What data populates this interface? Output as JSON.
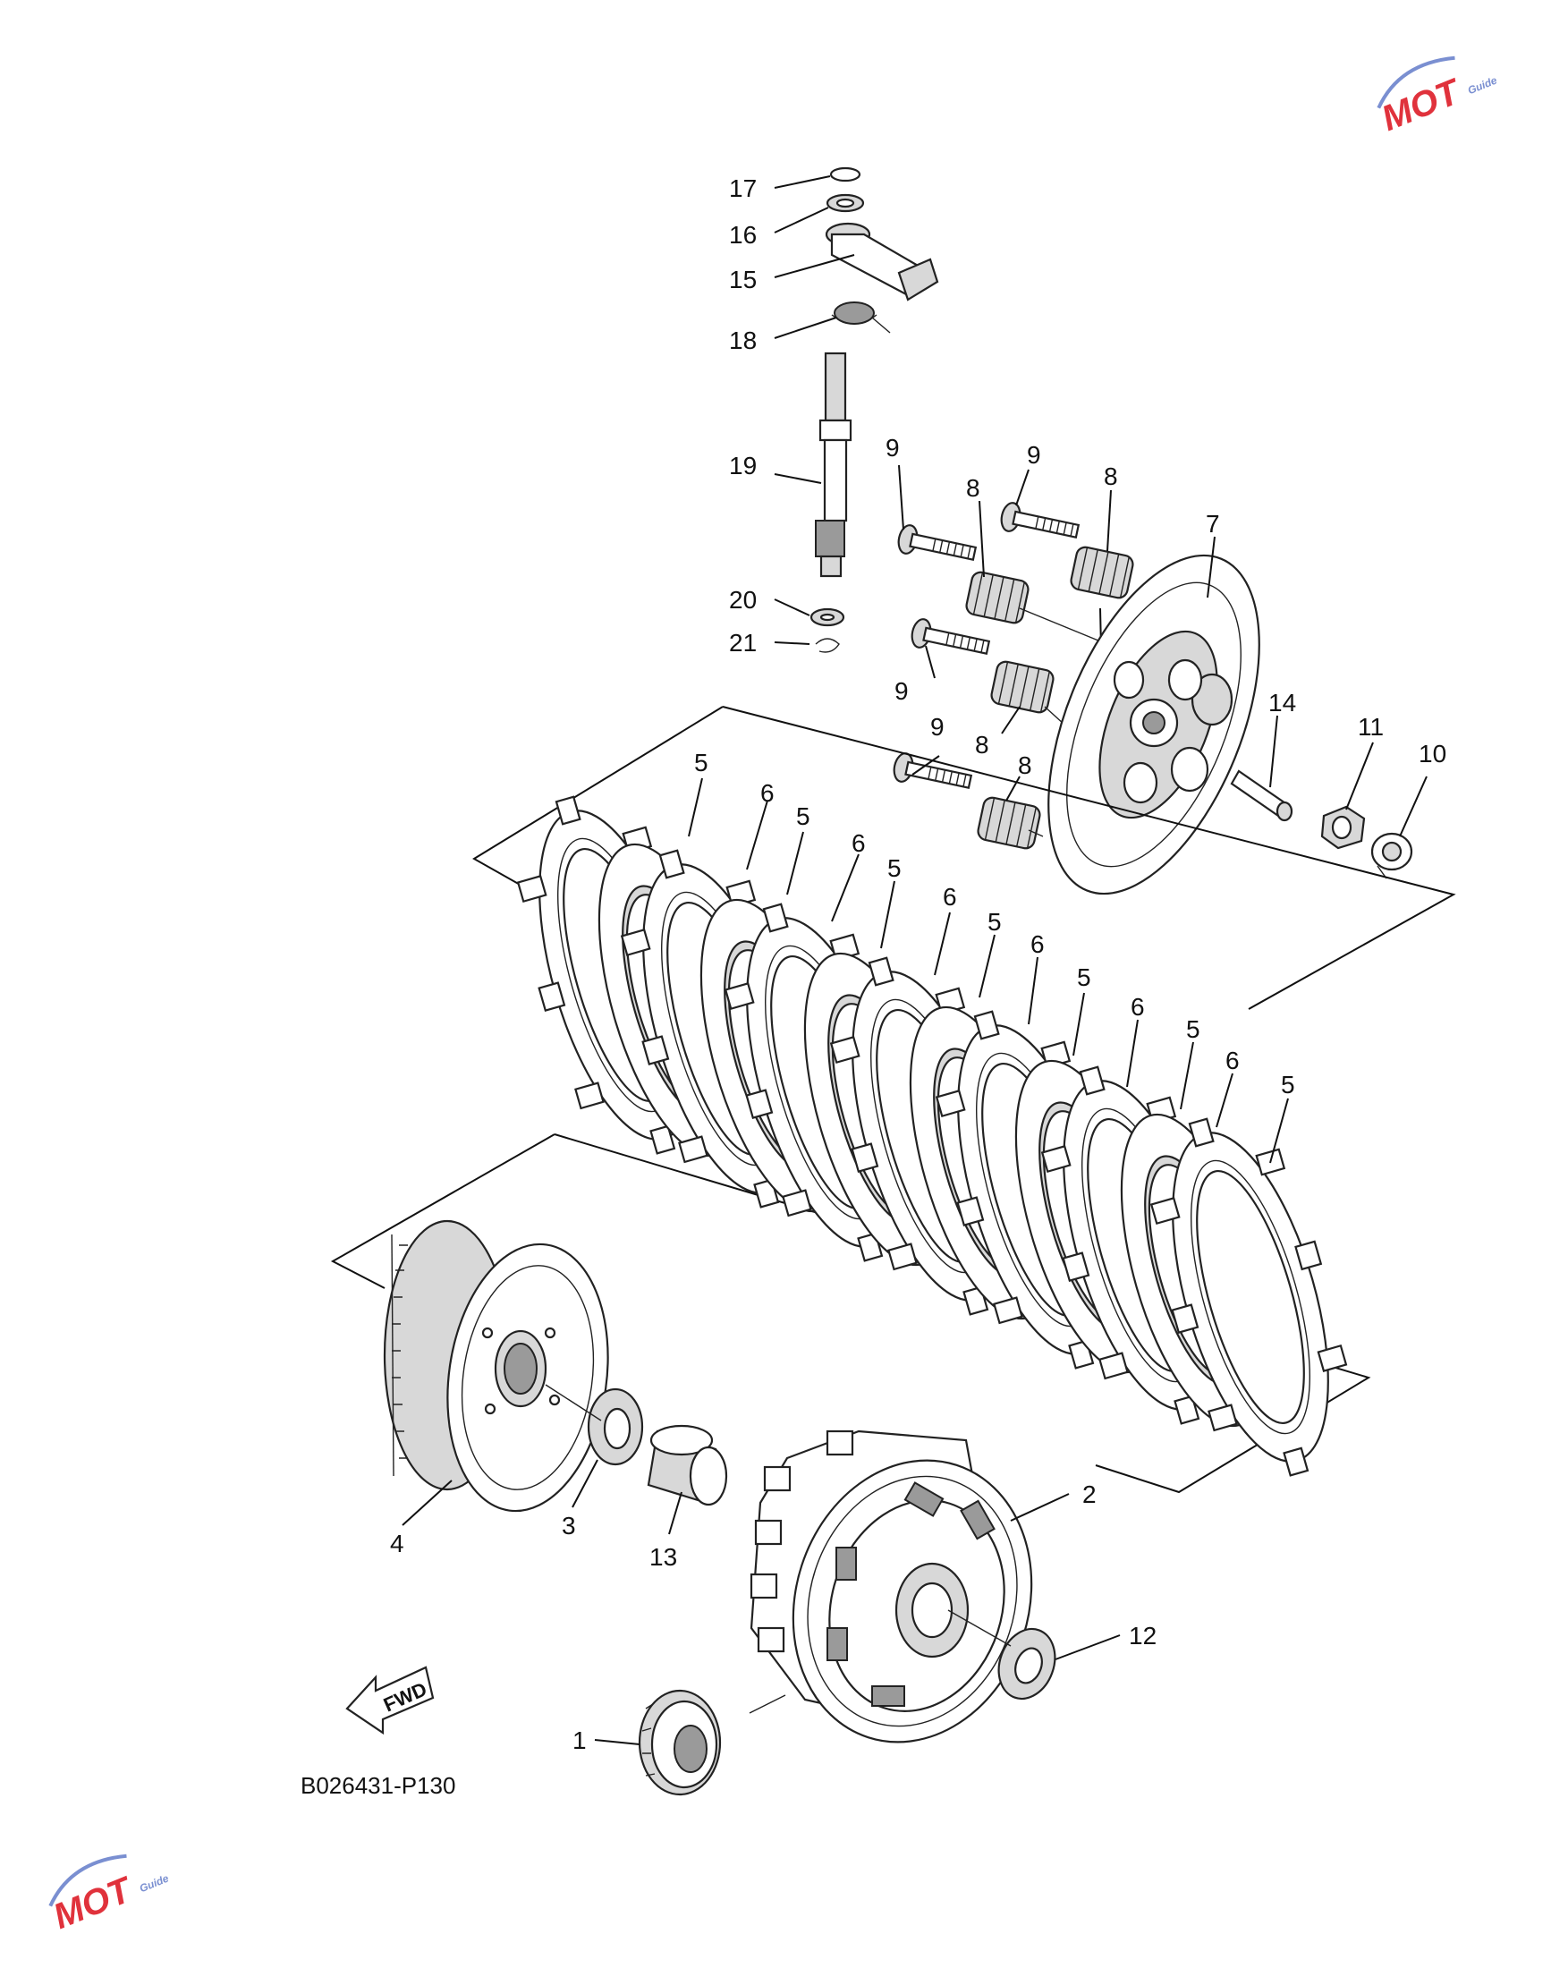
{
  "diagram": {
    "reference_code": "B026431-P130",
    "fwd_label": "FWD",
    "callouts": [
      {
        "id": "c17",
        "text": "17"
      },
      {
        "id": "c16",
        "text": "16"
      },
      {
        "id": "c15",
        "text": "15"
      },
      {
        "id": "c18",
        "text": "18"
      },
      {
        "id": "c19",
        "text": "19"
      },
      {
        "id": "c20",
        "text": "20"
      },
      {
        "id": "c21",
        "text": "21"
      },
      {
        "id": "c9a",
        "text": "9"
      },
      {
        "id": "c9b",
        "text": "9"
      },
      {
        "id": "c9c",
        "text": "9"
      },
      {
        "id": "c9d",
        "text": "9"
      },
      {
        "id": "c8a",
        "text": "8"
      },
      {
        "id": "c8b",
        "text": "8"
      },
      {
        "id": "c8c",
        "text": "8"
      },
      {
        "id": "c8d",
        "text": "8"
      },
      {
        "id": "c7",
        "text": "7"
      },
      {
        "id": "c14",
        "text": "14"
      },
      {
        "id": "c11",
        "text": "11"
      },
      {
        "id": "c10",
        "text": "10"
      },
      {
        "id": "c5a",
        "text": "5"
      },
      {
        "id": "c6a",
        "text": "6"
      },
      {
        "id": "c5b",
        "text": "5"
      },
      {
        "id": "c6b",
        "text": "6"
      },
      {
        "id": "c5c",
        "text": "5"
      },
      {
        "id": "c6c",
        "text": "6"
      },
      {
        "id": "c5d",
        "text": "5"
      },
      {
        "id": "c6d",
        "text": "6"
      },
      {
        "id": "c5e",
        "text": "5"
      },
      {
        "id": "c6e",
        "text": "6"
      },
      {
        "id": "c5f",
        "text": "5"
      },
      {
        "id": "c6f",
        "text": "6"
      },
      {
        "id": "c5g",
        "text": "5"
      },
      {
        "id": "c4",
        "text": "4"
      },
      {
        "id": "c3",
        "text": "3"
      },
      {
        "id": "c13",
        "text": "13"
      },
      {
        "id": "c2",
        "text": "2"
      },
      {
        "id": "c12",
        "text": "12"
      },
      {
        "id": "c1",
        "text": "1"
      }
    ]
  },
  "watermark": {
    "text": "MOT",
    "subtext": "Guide",
    "colors": {
      "primary": "#e0323c",
      "secondary": "#7a8fd1"
    }
  },
  "colors": {
    "line": "#111111",
    "background": "#ffffff"
  }
}
